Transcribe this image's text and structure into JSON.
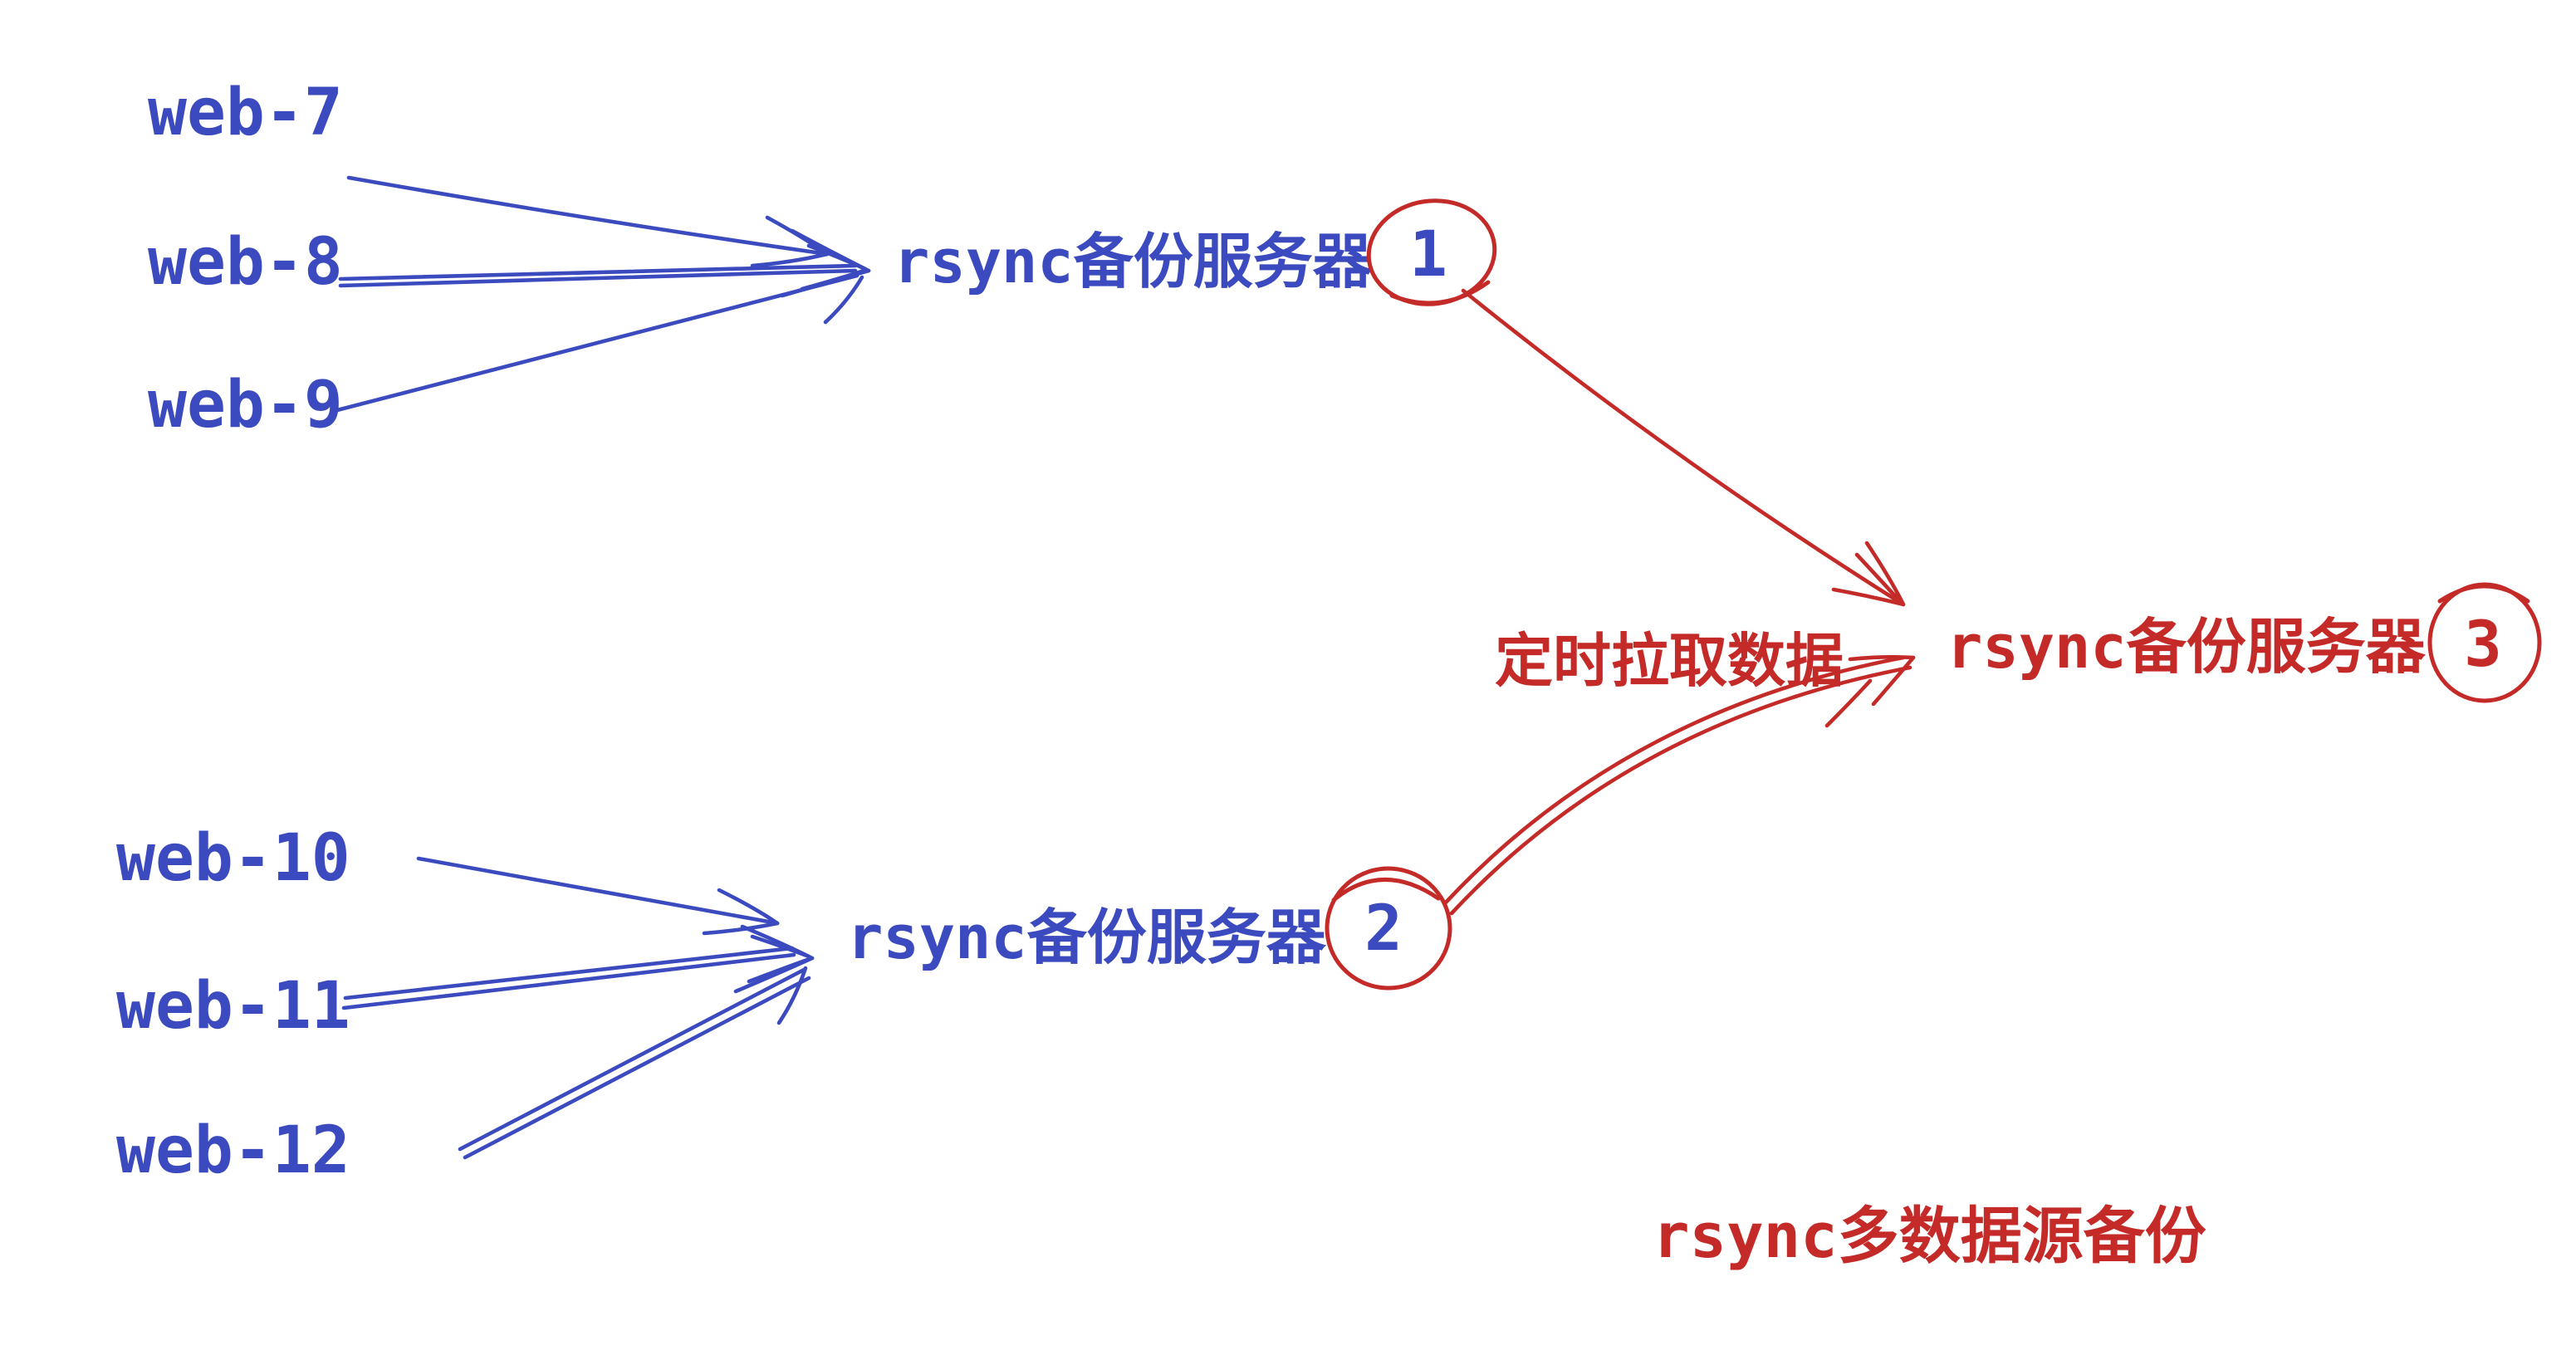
{
  "colors": {
    "blue": "#3b4bbf",
    "red": "#c42b28",
    "background": "#ffffff"
  },
  "sources": {
    "group1": [
      "web-7",
      "web-8",
      "web-9"
    ],
    "group2": [
      "web-10",
      "web-11",
      "web-12"
    ]
  },
  "servers": [
    {
      "label": "rsync备份服务器",
      "number": "1"
    },
    {
      "label": "rsync备份服务器",
      "number": "2"
    },
    {
      "label": "rsync备份服务器",
      "number": "3"
    }
  ],
  "annotations": {
    "edge_label": "定时拉取数据",
    "caption": "rsync多数据源备份"
  }
}
